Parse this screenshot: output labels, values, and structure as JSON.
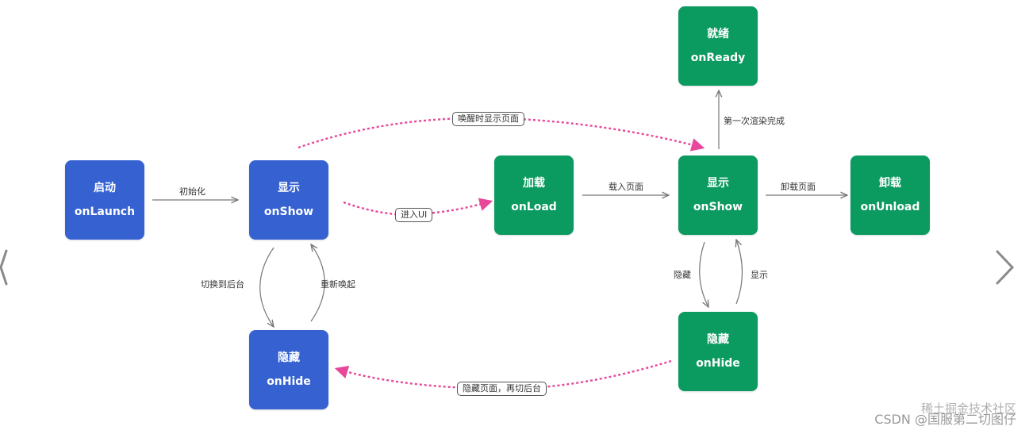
{
  "nodes": {
    "launch": {
      "zh": "启动",
      "en": "onLaunch"
    },
    "show1": {
      "zh": "显示",
      "en": "onShow"
    },
    "hide1": {
      "zh": "隐藏",
      "en": "onHide"
    },
    "load": {
      "zh": "加载",
      "en": "onLoad"
    },
    "show2": {
      "zh": "显示",
      "en": "onShow"
    },
    "ready": {
      "zh": "就绪",
      "en": "onReady"
    },
    "unload": {
      "zh": "卸载",
      "en": "onUnload"
    },
    "hide2": {
      "zh": "隐藏",
      "en": "onHide"
    }
  },
  "edges": {
    "init": "初始化",
    "to_background": "切换到后台",
    "reawaken": "重新唤起",
    "enter_ui": "进入UI",
    "wake_show_page": "唤醒时显示页面",
    "load_page": "载入页面",
    "first_render_done": "第一次渲染完成",
    "unload_page": "卸载页面",
    "hide": "隐藏",
    "show": "显示",
    "hide_page_background": "隐藏页面，再切后台"
  },
  "watermark": {
    "line1": "稀土掘金技术社区",
    "line2": "CSDN @国服第二切图仔"
  },
  "colors": {
    "blue_node": "#3561d1",
    "green_node": "#0b9a5f",
    "dashed_arrow": "#e8479a",
    "solid_arrow": "#777777"
  },
  "icons": {
    "left": "chevron-left-icon",
    "right": "chevron-right-icon"
  }
}
